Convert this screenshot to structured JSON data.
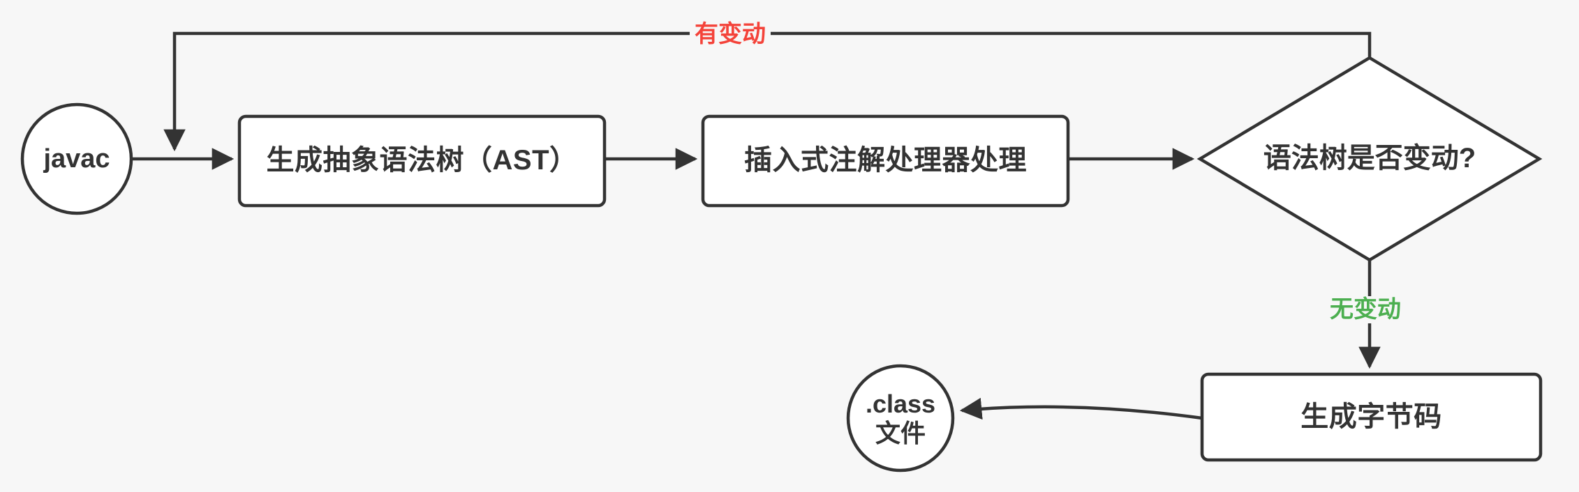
{
  "diagram": {
    "type": "flowchart",
    "title": "javac compilation process",
    "background_color": "#f7f7f7",
    "stroke_color": "#333333",
    "node_fill": "#ffffff",
    "text_color": "#333333"
  },
  "nodes": {
    "start": {
      "id": "javac",
      "label": "javac",
      "shape": "circle"
    },
    "ast": {
      "id": "parse",
      "label": "生成抽象语法树（AST）",
      "shape": "rounded-rect"
    },
    "annotation": {
      "id": "annotation-processing",
      "label": "插入式注解处理器处理",
      "shape": "rounded-rect"
    },
    "decision": {
      "id": "tree-changed",
      "label": "语法树是否变动?",
      "shape": "diamond"
    },
    "bytecode": {
      "id": "generate-bytecode",
      "label": "生成字节码",
      "shape": "rounded-rect"
    },
    "output": {
      "id": "class-file",
      "label": "class\n文件",
      "label_line1": ".class",
      "label_line2": "文件",
      "shape": "circle"
    }
  },
  "edges": [
    {
      "id": "javac-to-ast",
      "from": "javac",
      "to": "parse",
      "label": "",
      "color": "#333333"
    },
    {
      "id": "ast-to-annotation",
      "from": "parse",
      "to": "annotation-processing",
      "label": "",
      "color": "#333333"
    },
    {
      "id": "annotation-to-decision",
      "from": "annotation-processing",
      "to": "tree-changed",
      "label": "",
      "color": "#333333"
    },
    {
      "id": "decision-changed-loop",
      "from": "tree-changed",
      "to": "parse",
      "label": "有变动",
      "color": "#f4433a"
    },
    {
      "id": "decision-unchanged",
      "from": "tree-changed",
      "to": "generate-bytecode",
      "label": "无变动",
      "color": "#4caf50"
    },
    {
      "id": "bytecode-to-output",
      "from": "generate-bytecode",
      "to": "class-file",
      "label": "",
      "color": "#333333"
    }
  ],
  "labels": {
    "changed": "有变动",
    "unchanged": "无变动",
    "changed_color": "#f4433a",
    "unchanged_color": "#4caf50"
  }
}
